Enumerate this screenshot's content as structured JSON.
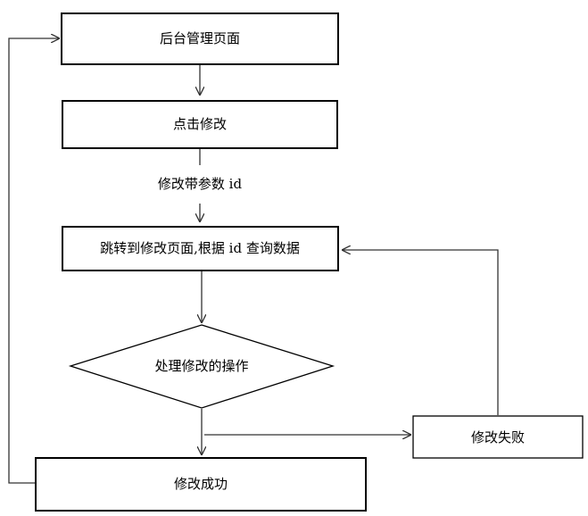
{
  "nodes": {
    "admin_page": "后台管理页面",
    "click_edit": "点击修改",
    "goto_edit_page": "跳转到修改页面,根据 id 查询数据",
    "process_edit": "处理修改的操作",
    "edit_failed": "修改失败",
    "edit_success": "修改成功"
  },
  "edges": {
    "with_id_label": "修改带参数 id"
  }
}
